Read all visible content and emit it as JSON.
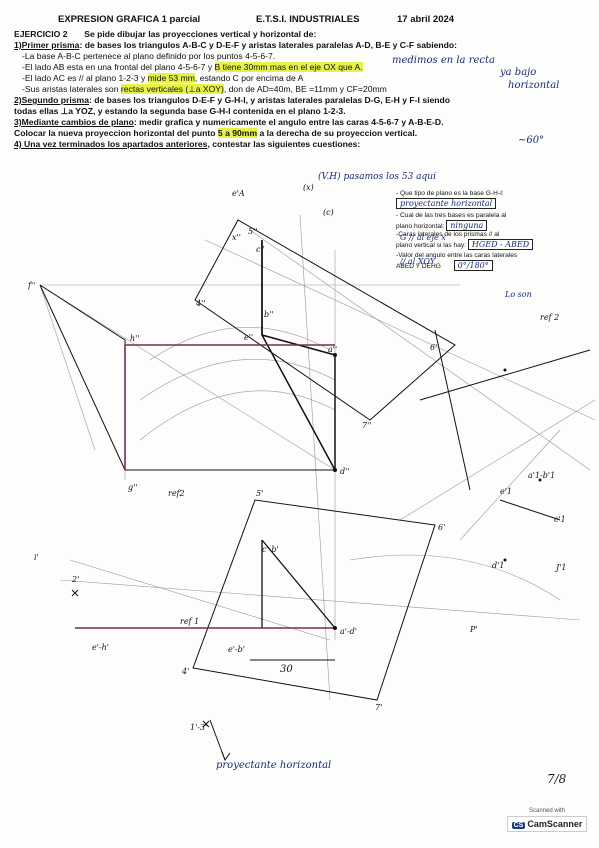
{
  "header": {
    "course": "EXPRESION GRAFICA 1 parcial",
    "school": "E.T.S.I. INDUSTRIALES",
    "date": "17 abril 2024"
  },
  "exercise": {
    "title": "EJERCICIO 2",
    "intro": "Se pide dibujar las proyecciones vertical y horizontal de:",
    "p1_label": "1)Primer prisma",
    "p1_text": ": de bases los triangulos A-B-C y D-E-F y aristas laterales paralelas A-D, B-E y C-F sabiendo:",
    "p1_a": "-La base A-B-C pertenece al plano definido por los puntos 4-5-6-7.",
    "p1_b_pre": "-El lado AB esta en una frontal del plano 4-5-6-7 y ",
    "p1_b_hl": "B tiene 30mm mas en el eje OX que A.",
    "p1_c_pre": "-El lado AC es // al plano 1-2-3 y ",
    "p1_c_hl": "mide 53 mm",
    "p1_c_post": ", estando C por encima de A",
    "p1_d_pre": "-Sus aristas laterales son ",
    "p1_d_hl": "rectas verticales (⊥a XOY)",
    "p1_d_post": ", don de AD=40m, BE =11mm y CF=20mm",
    "p2_label": "2)Segundo prisma",
    "p2_text": ": de bases los triangulos D-E-F y G-H-I, y aristas laterales  paralelas D-G, E-H y F-I siendo",
    "p2_text2": "todas ellas ⊥a YOZ, y estando la segunda base G-H-I contenida en el plano 1-2-3.",
    "p3_label": "3)Mediante cambios de plano",
    "p3_text": ": medir grafica y numericamente el angulo entre las caras 4-5-6-7 y A-B-E-D.",
    "p3_text2": "Colocar la nueva proyeccion horizontal del punto ",
    "p3_hl": "5 a 90mm",
    "p3_text3": " a la derecha de su proyeccion vertical.",
    "p4_label": "4) Una vez terminados los apartados anteriores",
    "p4_text": ", contestar las siguientes cuestiones:"
  },
  "questions": {
    "q1": "- Que tipo de plano es la base G-H-I:",
    "a1": "proyectante horizontal",
    "q2": "- Cual de las tres bases es paralela al",
    "q2b": "plano horizontal:",
    "a2": "ninguna",
    "q3": "-Caras laterales de los prismas // al",
    "q3b": "plano vertical si las hay:",
    "a3": "HGED - ABED",
    "q4": "-Valor del angulo entre las caras laterales",
    "q4b": "ABED Y DEHG",
    "a4": "0°/180°"
  },
  "handnotes": {
    "n1": "medimos en la recta",
    "n2": "ya bajo",
    "n3": "horizontal",
    "n4": "~60°",
    "n5": "(V.H)  pasamos los 53 aqui",
    "n6": "G // al eje x",
    "n7": "// al XOY",
    "n8": "Lo son",
    "n9": "proyectante horizontal",
    "n10": "30",
    "pagenum": "7/8"
  },
  "labels": {
    "f2": "f''",
    "h2": "h''",
    "g2": "g''",
    "d2": "d''",
    "a2": "a''",
    "e2": "e''",
    "c2": "c''",
    "b2": "b''",
    "s4": "4''",
    "s5": "5''",
    "s6": "6''",
    "s7": "7''",
    "x2": "x''",
    "s5p": "5'",
    "s6p": "6'",
    "s7p": "7'",
    "s4p": "4'",
    "cb": "c'-b'",
    "eb": "e'-b'",
    "ad": "a'-d'",
    "eh": "e'-h'",
    "i1": "i'",
    "s2p": "2'",
    "s13": "1'-3'",
    "ref1": "ref 1",
    "ref2": "ref2",
    "ab": "a'1-b'1",
    "d1": "d'1",
    "e1": "e'1",
    "c1": "c'1",
    "j1": "J'1",
    "p": "P'",
    "cc": "(c)",
    "xx": "(x)",
    "ea": "e'A",
    "ref3": "ref 2"
  },
  "scanner": {
    "top": "Scanned with",
    "brand": "CamScanner",
    "mark": "CS"
  }
}
